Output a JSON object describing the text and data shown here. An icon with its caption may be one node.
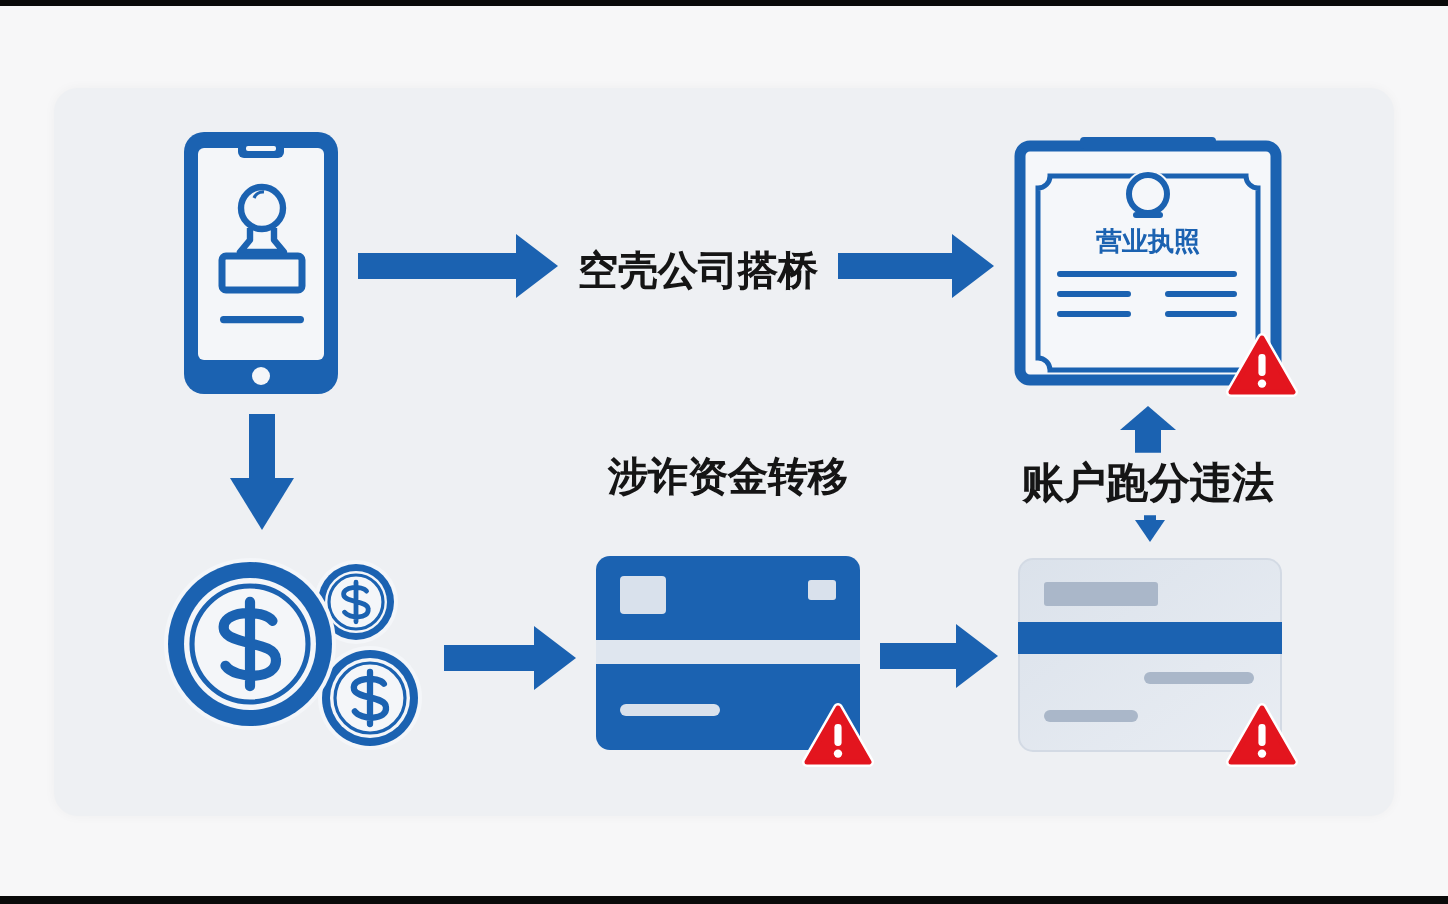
{
  "diagram": {
    "nodes": [
      {
        "text": [],
        "shape": "picture"
      },
      {
        "text": [
          "空壳公司搭桥"
        ]
      },
      {
        "text": [
          "营业执照"
        ]
      },
      {
        "text": [],
        "shape": "picture"
      },
      {
        "text": [
          "涉诈资金转移"
        ]
      },
      {
        "text": [
          "账户跑分违法"
        ]
      },
      {
        "text": [],
        "shape": "picture"
      }
    ],
    "edges": [
      {
        "from": 0,
        "to": 1,
        "arrow": "to"
      },
      {
        "from": 1,
        "to": 2,
        "arrow": "to"
      },
      {
        "from": 0,
        "to": 3,
        "arrow": "to"
      },
      {
        "from": 3,
        "to": 4,
        "arrow": "to"
      },
      {
        "from": 4,
        "to": 6,
        "arrow": "to"
      },
      {
        "from": 5,
        "to": 2,
        "arrow": "to"
      },
      {
        "from": 5,
        "to": 6,
        "arrow": "to"
      }
    ]
  }
}
